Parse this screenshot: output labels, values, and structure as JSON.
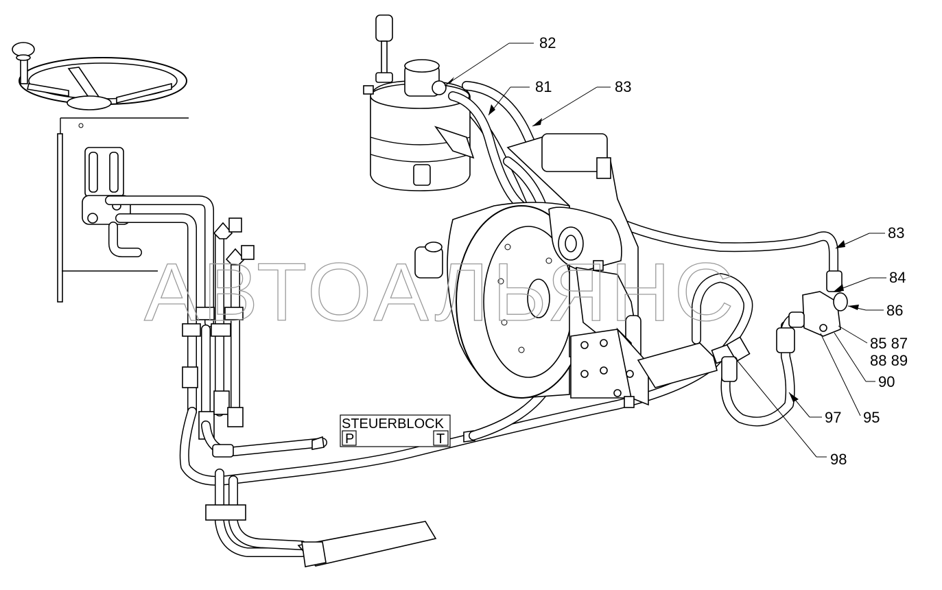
{
  "watermark": "АВТОАЛЬЯНС",
  "control_block": {
    "title": "STEUERBLOCK",
    "port_left": "P",
    "port_right": "T"
  },
  "callouts": {
    "c82": "82",
    "c81": "81",
    "c83_top": "83",
    "c83_right": "83",
    "c84": "84",
    "c86": "86",
    "c85_87": "85 87",
    "c88_89": "88 89",
    "c90": "90",
    "c95": "95",
    "c97": "97",
    "c98": "98"
  }
}
